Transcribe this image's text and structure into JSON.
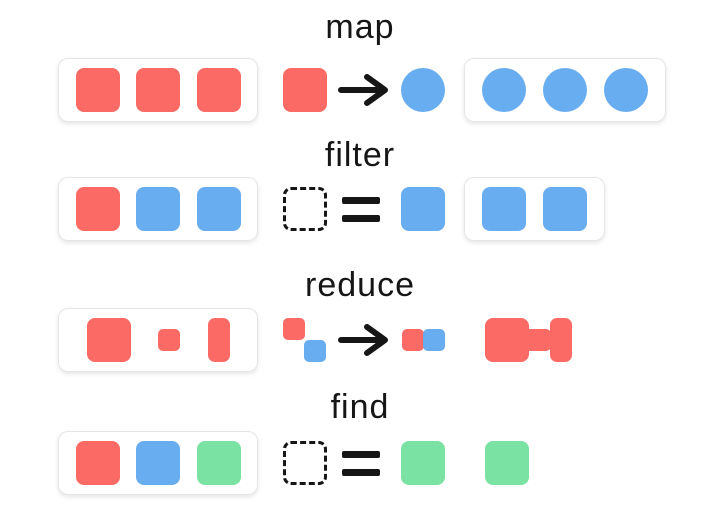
{
  "colors": {
    "red": "#fb6a64",
    "blue": "#68adf0",
    "green": "#7ae2a2",
    "ink": "#161616",
    "box_border": "#e5e5e5",
    "background": "#ffffff"
  },
  "rows": [
    {
      "title": "map",
      "input": [
        "red-square",
        "red-square",
        "red-square"
      ],
      "operation": [
        "red-square",
        "arrow",
        "blue-circle"
      ],
      "output": [
        "blue-circle",
        "blue-circle",
        "blue-circle"
      ],
      "output_boxed": true
    },
    {
      "title": "filter",
      "input": [
        "red-square",
        "blue-square",
        "blue-square"
      ],
      "operation": [
        "dashed-square",
        "equals",
        "blue-square"
      ],
      "output": [
        "blue-square",
        "blue-square"
      ],
      "output_boxed": true
    },
    {
      "title": "reduce",
      "input": [
        "red-square",
        "red-square-small",
        "red-rect-tall"
      ],
      "operation": [
        "red-blue-diagonal-pair",
        "arrow",
        "red-blue-adjacent-pair"
      ],
      "output": [
        "red-merged-shape"
      ],
      "output_boxed": false
    },
    {
      "title": "find",
      "input": [
        "red-square",
        "blue-square",
        "green-square"
      ],
      "operation": [
        "dashed-square",
        "equals",
        "green-square"
      ],
      "output": [
        "green-square"
      ],
      "output_boxed": false
    }
  ]
}
